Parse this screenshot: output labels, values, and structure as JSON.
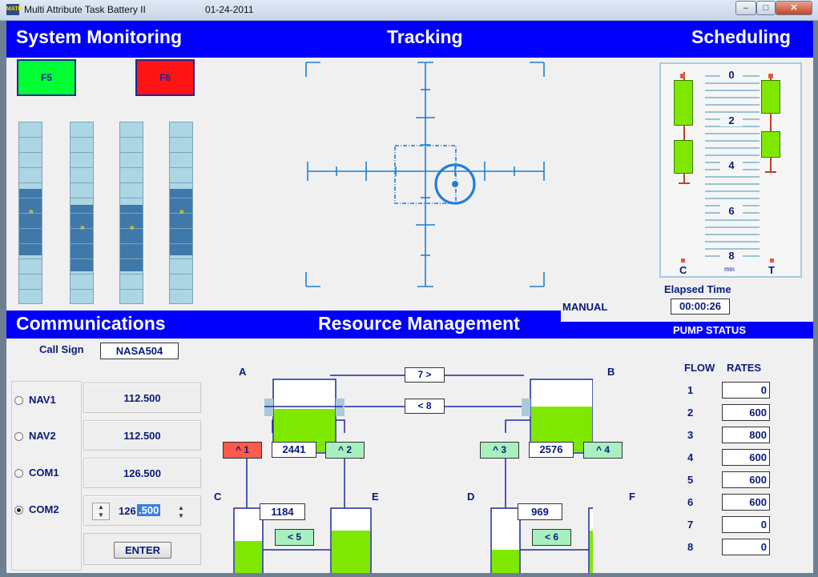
{
  "window": {
    "title": "Multi Attribute Task  Battery II",
    "date": "01-24-2011",
    "icon_label": "MATB",
    "controls": {
      "minimize": "–",
      "maximize": "□",
      "close": "✕"
    }
  },
  "sections": {
    "system_monitoring": "System Monitoring",
    "tracking": "Tracking",
    "scheduling": "Scheduling",
    "communications": "Communications",
    "resource_management": "Resource Management"
  },
  "system_monitoring": {
    "lights": [
      {
        "label": "F5",
        "color": "#00ff33"
      },
      {
        "label": "F6",
        "color": "#ff1414"
      }
    ],
    "gauges": [
      {
        "id": 1,
        "band_position": 0.38,
        "arrow": "»"
      },
      {
        "id": 2,
        "band_position": 0.47,
        "arrow": "»"
      },
      {
        "id": 3,
        "band_position": 0.47,
        "arrow": "»"
      },
      {
        "id": 4,
        "band_position": 0.38,
        "arrow": "»"
      }
    ]
  },
  "tracking": {
    "mode": "MANUAL",
    "cursor_offset": {
      "x": 0.5,
      "y": -0.15
    }
  },
  "scheduling": {
    "scale_labels": [
      "0",
      "2",
      "4",
      "6",
      "8"
    ],
    "scale_unit": "min",
    "column_c": "C",
    "column_t": "T",
    "elapsed_label": "Elapsed Time",
    "elapsed_time": "00:00:26"
  },
  "communications": {
    "call_sign_label": "Call Sign",
    "call_sign": "NASA504",
    "channels": [
      {
        "name": "NAV1",
        "freq": "112.500",
        "selected": false
      },
      {
        "name": "NAV2",
        "freq": "112.500",
        "selected": false
      },
      {
        "name": "COM1",
        "freq": "126.500",
        "selected": false
      },
      {
        "name": "COM2",
        "freq": "126.500",
        "selected": true
      }
    ],
    "com2_freq_main": "126",
    "com2_freq_dec": ".500",
    "enter_label": "ENTER"
  },
  "resource_management": {
    "tanks": {
      "A": "A",
      "B": "B",
      "C": "C",
      "D": "D",
      "E": "E",
      "F": "F"
    },
    "levels": {
      "A": "2441",
      "B": "2576",
      "C": "1184",
      "D": "969"
    },
    "pumps": {
      "p1": "^ 1",
      "p2": "^ 2",
      "p3": "^ 3",
      "p4": "^ 4",
      "p5": "< 5",
      "p6": "< 6",
      "p7": "7 >",
      "p8": "< 8"
    },
    "pump_status_title": "PUMP STATUS",
    "flow_header": "FLOW",
    "rates_header": "RATES",
    "flow_rates": [
      {
        "n": "1",
        "v": "0"
      },
      {
        "n": "2",
        "v": "600"
      },
      {
        "n": "3",
        "v": "800"
      },
      {
        "n": "4",
        "v": "600"
      },
      {
        "n": "5",
        "v": "600"
      },
      {
        "n": "6",
        "v": "600"
      },
      {
        "n": "7",
        "v": "0"
      },
      {
        "n": "8",
        "v": "0"
      }
    ]
  },
  "colors": {
    "section_bar": "#0000fa",
    "fluid": "#7fe800",
    "pump_on": "#a8f0c0",
    "pump_fail": "#ff5a4a",
    "tracking": "#1f7fd6"
  }
}
